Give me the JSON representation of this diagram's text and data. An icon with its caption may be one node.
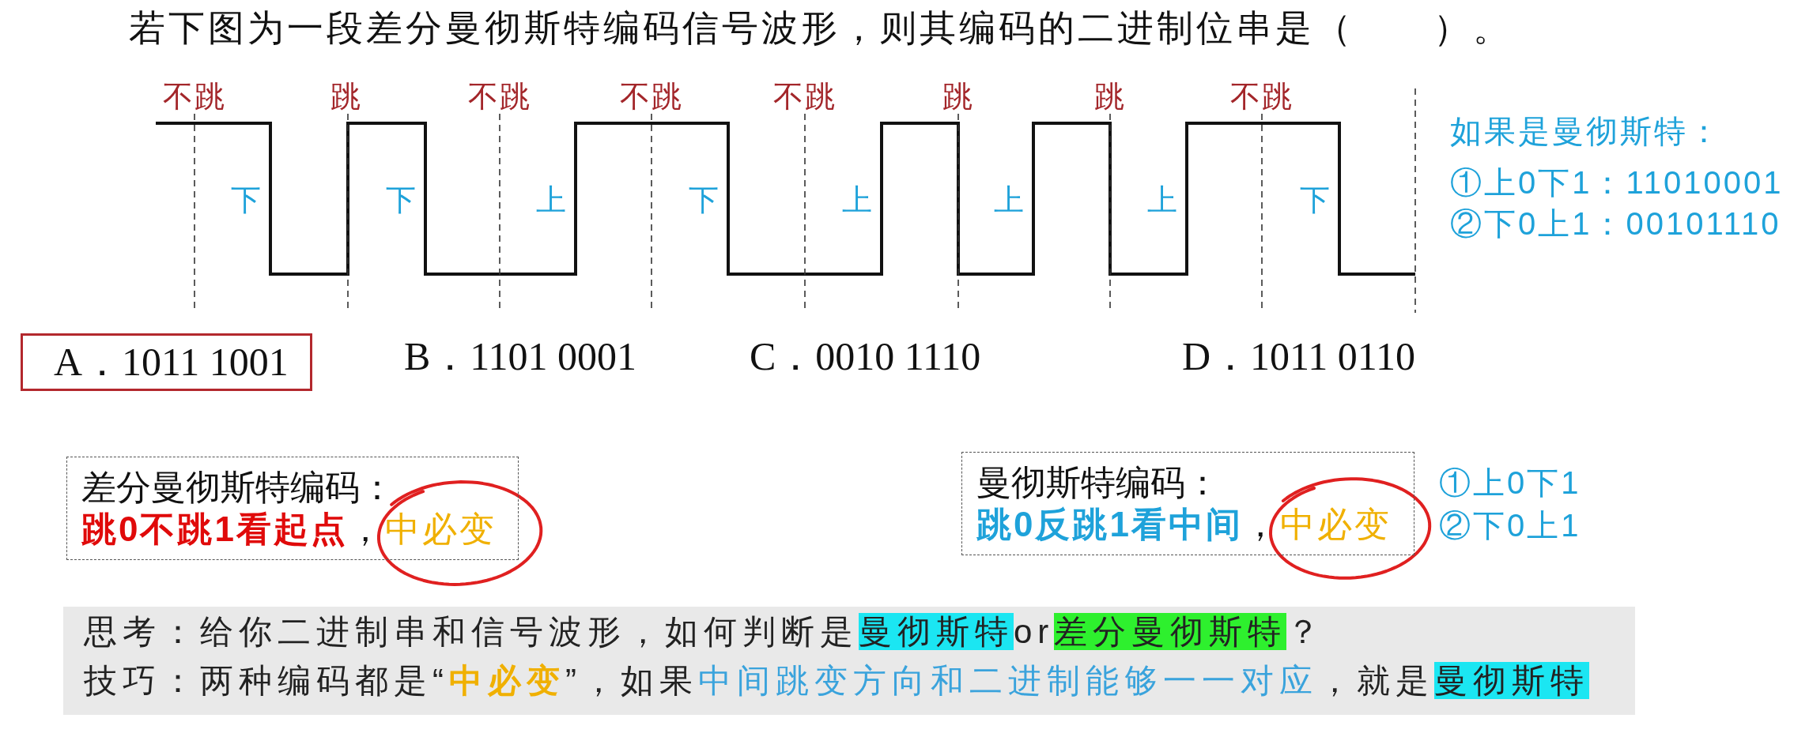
{
  "diagram": {
    "title": "若下图为一段差分曼彻斯特编码信号波形，则其编码的二进制位串是（　　）。",
    "nodes": [
      {
        "text": [
          "A．1011 1001"
        ]
      },
      {
        "text": [
          "差分曼彻斯特编码：",
          "**跳0不跳1看起点**，中必变"
        ]
      },
      {
        "text": [
          "曼彻斯特编码：",
          "**跳0反跳1看中间**，中必变"
        ],
        "beside": [
          "①上0下1",
          "②下0上1"
        ]
      },
      {
        "text": [
          "思考：给你二进制串和信号波形，如何判断是曼彻斯特or差分曼彻斯特？",
          "技巧：两种编码都是“**中必变**”，如果中间跳变方向和二进制能够一一对应，就是曼彻斯特"
        ]
      }
    ],
    "labels": [
      "不跳",
      "跳",
      "不跳",
      "不跳",
      "不跳",
      "跳",
      "跳",
      "不跳",
      "如果是曼彻斯特：",
      "①上0下1：11010001",
      "②下0上1：00101110",
      "下",
      "下",
      "上",
      "下",
      "上",
      "上",
      "上",
      "下",
      "B．1101 0001",
      "C．0010 1110",
      "D．1011 0110"
    ]
  }
}
